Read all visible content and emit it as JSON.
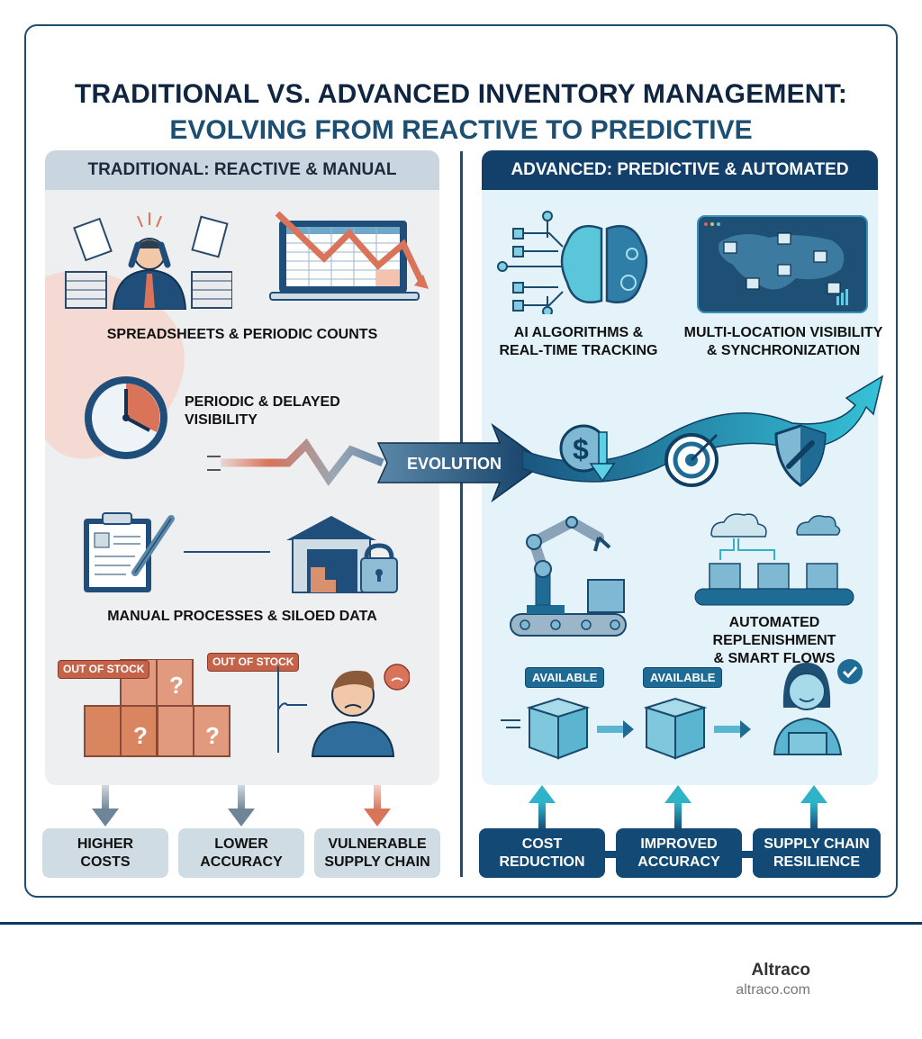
{
  "header": {
    "title_line1": "TRADITIONAL VS. ADVANCED INVENTORY MANAGEMENT:",
    "title_line2": "EVOLVING FROM REACTIVE TO PREDICTIVE"
  },
  "traditional": {
    "heading": "TRADITIONAL: REACTIVE & MANUAL",
    "items": [
      {
        "label": "SPREADSHEETS & PERIODIC COUNTS",
        "icons": [
          "stressed-worker-icon",
          "declining-spreadsheet-laptop-icon"
        ]
      },
      {
        "label_line1": "PERIODIC & DELAYED",
        "label_line2": "VISIBILITY",
        "icons": [
          "clock-icon"
        ]
      },
      {
        "label": "MANUAL PROCESSES & SILOED DATA",
        "icons": [
          "clipboard-pen-icon",
          "locked-warehouse-icon"
        ]
      },
      {
        "badges": [
          "OUT OF STOCK",
          "OUT OF STOCK"
        ],
        "icons": [
          "unknown-boxes-icon",
          "angry-customer-icon"
        ]
      }
    ],
    "outcomes": [
      {
        "line1": "HIGHER",
        "line2": "COSTS"
      },
      {
        "line1": "LOWER",
        "line2": "ACCURACY"
      },
      {
        "line1": "VULNERABLE",
        "line2": "SUPPLY CHAIN"
      }
    ]
  },
  "evolution": {
    "label": "EVOLUTION"
  },
  "advanced": {
    "heading": "ADVANCED: PREDICTIVE & AUTOMATED",
    "items": [
      {
        "label_line1": "AI ALGORITHMS &",
        "label_line2": "REAL-TIME TRACKING",
        "icons": [
          "ai-brain-icon"
        ]
      },
      {
        "label_line1": "MULTI-LOCATION VISIBILITY",
        "label_line2": "& SYNCHRONIZATION",
        "icons": [
          "world-map-dashboard-icon"
        ]
      },
      {
        "icons": [
          "cost-down-icon",
          "target-icon",
          "shield-icon"
        ]
      },
      {
        "label_line1": "AUTOMATED REPLENISHMENT",
        "label_line2": "& SMART FLOWS",
        "icons": [
          "robot-arm-icon",
          "cloud-conveyor-icon"
        ]
      },
      {
        "badges": [
          "AVAILABLE",
          "AVAILABLE"
        ],
        "icons": [
          "box-icon",
          "box-icon",
          "happy-customer-icon"
        ]
      }
    ],
    "outcomes": [
      {
        "line1": "COST",
        "line2": "REDUCTION"
      },
      {
        "line1": "IMPROVED",
        "line2": "ACCURACY"
      },
      {
        "line1": "SUPPLY CHAIN",
        "line2": "RESILIENCE"
      }
    ]
  },
  "footer": {
    "brand": "Altraco",
    "url": "altraco.com"
  },
  "colors": {
    "navy": "#12406b",
    "teal": "#2fb3c9",
    "coral": "#d9735a",
    "grey_box": "#cfdce4"
  }
}
